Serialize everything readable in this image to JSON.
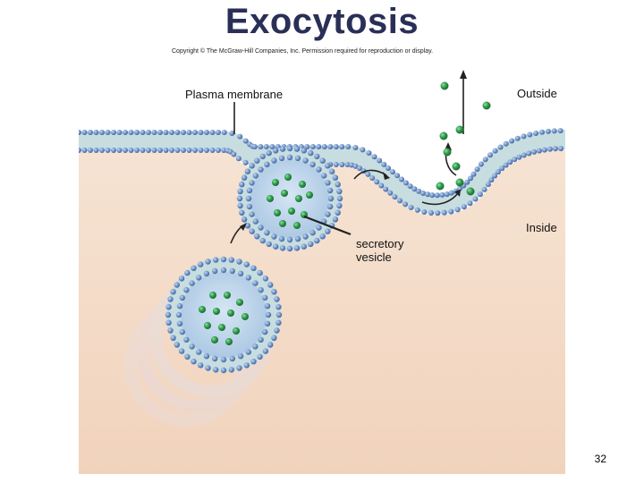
{
  "title": "Exocytosis",
  "copyright": "Copyright © The McGraw-Hill Companies, Inc. Permission required for reproduction or display.",
  "labels": {
    "plasma_membrane": "Plasma membrane",
    "outside": "Outside",
    "inside": "Inside",
    "secretory_vesicle": "secretory\nvesicle"
  },
  "slide_number": "32",
  "colors": {
    "title": "#2a2f57",
    "cytoplasm": "#f3d9c4",
    "membrane_head": "#6f93c9",
    "membrane_tail": "#c8dde0",
    "vesicle_lumen": "#b9d3ea",
    "secretory_protein": "#2e9b4a"
  }
}
